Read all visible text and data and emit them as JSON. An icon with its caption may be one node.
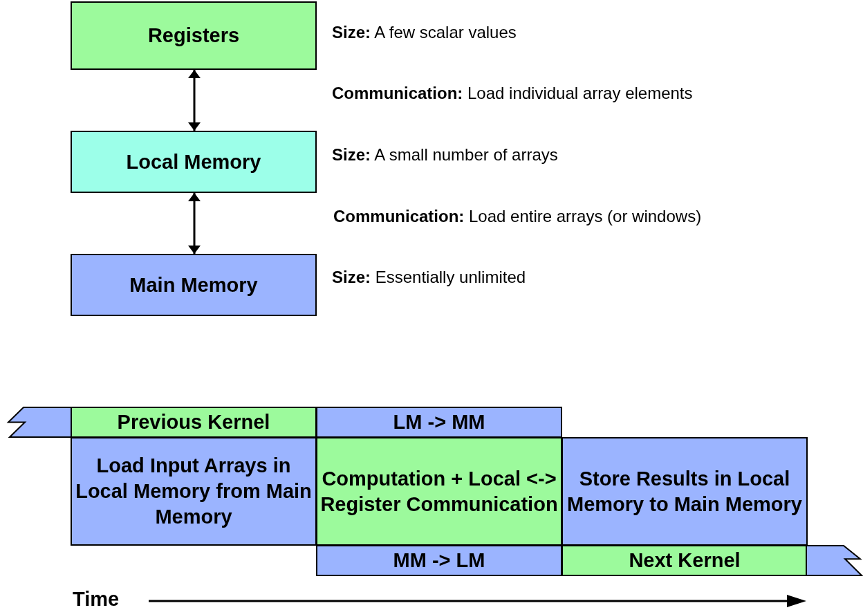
{
  "diagram": {
    "nodes": [
      {
        "text": [
          "Registers"
        ],
        "beside": [
          "**Size:** A few scalar values"
        ]
      },
      {
        "text": [
          "Local Memory"
        ],
        "beside": [
          "**Size:** A small number of arrays"
        ]
      },
      {
        "text": [
          "Main Memory"
        ],
        "beside": [
          "**Size:** Essentially unlimited"
        ]
      },
      {
        "text": [],
        "shape": "bar"
      },
      {
        "text": [
          "Previous Kernel"
        ]
      },
      {
        "text": [
          "LM -> MM"
        ]
      },
      {
        "text": [
          "Load Input Arrays in Local Memory from Main Memory"
        ]
      },
      {
        "text": [
          "Computation + Local <-> Register Communication"
        ]
      },
      {
        "text": [
          "Store Results in Local Memory to Main Memory"
        ]
      },
      {
        "text": [
          "MM -> LM"
        ]
      },
      {
        "text": [
          "Next Kernel"
        ]
      },
      {
        "text": [],
        "shape": "bar"
      }
    ],
    "edges": [
      {
        "from": 0,
        "to": 1,
        "arrow": "both"
      },
      {
        "from": 1,
        "to": 2,
        "arrow": "both"
      }
    ],
    "labels": [
      "**Communication:** Load individual array elements",
      "**Communication:** Load entire arrays (or windows)",
      "Time"
    ]
  }
}
